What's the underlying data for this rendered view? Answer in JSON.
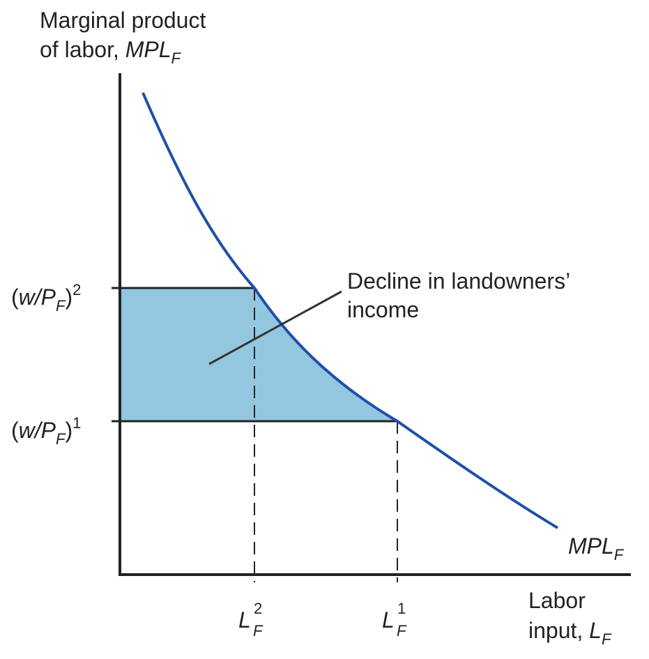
{
  "y_axis": {
    "title_line1": "Marginal product",
    "title_line2_text": "of labor, ",
    "title_line2_var": "MPL",
    "title_line2_sub": "F"
  },
  "x_axis": {
    "title_line1": "Labor",
    "title_line2_text": "input, ",
    "title_line2_var": "L",
    "title_line2_sub": "F"
  },
  "curve": {
    "name": "MPL",
    "name_sub": "F",
    "color": "#1f4fa8"
  },
  "wage_levels": [
    {
      "open": "(",
      "var": "w/P",
      "sub": "F",
      "close": ")",
      "sup": "2"
    },
    {
      "open": "(",
      "var": "w/P",
      "sub": "F",
      "close": ")",
      "sup": "1"
    }
  ],
  "labor_levels": [
    {
      "var": "L",
      "sub": "F",
      "sup": "2"
    },
    {
      "var": "L",
      "sub": "F",
      "sup": "1"
    }
  ],
  "area": {
    "label_line1": "Decline in landowners’",
    "label_line2": "income",
    "fill": "#93c7e0"
  }
}
